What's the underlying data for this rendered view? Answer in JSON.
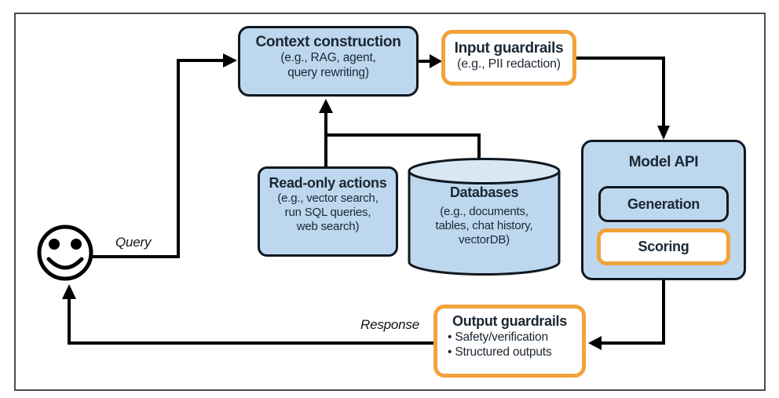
{
  "colors": {
    "box_blue": "#BDD7EE",
    "cylinder_top_blue": "#D9E6F3",
    "dark_border": "#10181F",
    "guardrail_orange": "#F2A33C",
    "text_dark_navy": "#1B2733",
    "arrow_black": "#000000",
    "frame_gray": "#4C4C4C"
  },
  "labels": {
    "query": "Query",
    "response": "Response"
  },
  "nodes": {
    "context_construction": {
      "title": "Context construction",
      "lines": [
        "(e.g., RAG, agent,",
        "query rewriting)"
      ]
    },
    "input_guardrails": {
      "title": "Input guardrails",
      "lines": [
        "(e.g., PII redaction)"
      ]
    },
    "model_api": {
      "title": "Model API",
      "generation_label": "Generation",
      "scoring_label": "Scoring"
    },
    "output_guardrails": {
      "title": "Output guardrails",
      "bullets": [
        "• Safety/verification",
        "• Structured outputs"
      ]
    },
    "read_only_actions": {
      "title": "Read-only actions",
      "lines": [
        "(e.g., vector search,",
        "run SQL queries,",
        "web search)"
      ]
    },
    "databases": {
      "title": "Databases",
      "lines": [
        "(e.g., documents,",
        "tables, chat history,",
        "vectorDB)"
      ]
    }
  }
}
